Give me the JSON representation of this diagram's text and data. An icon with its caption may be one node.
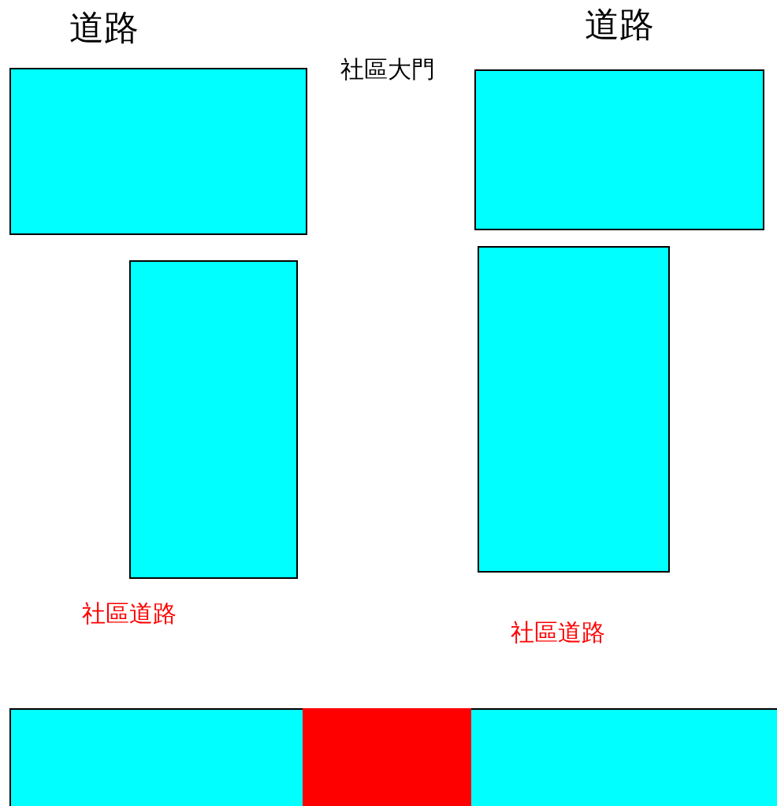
{
  "diagram": {
    "nodes": [
      {
        "text": [],
        "shape": "box"
      },
      {
        "text": [],
        "shape": "box"
      },
      {
        "text": [],
        "shape": "box"
      },
      {
        "text": [],
        "shape": "box"
      },
      {
        "text": [],
        "shape": "box"
      },
      {
        "text": [],
        "shape": "box"
      },
      {
        "text": [],
        "shape": "box"
      }
    ],
    "labels": [
      "道路",
      "道路",
      "社區大門",
      "社區道路",
      "社區道路"
    ]
  }
}
